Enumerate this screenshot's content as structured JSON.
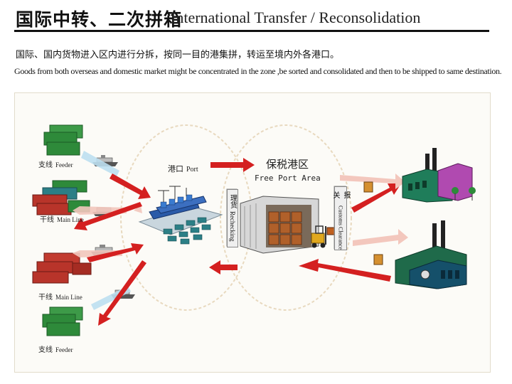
{
  "header": {
    "title_zh": "国际中转、二次拼箱",
    "title_en": "International Transfer / Reconsolidation"
  },
  "description": {
    "zh": "国际、国内货物进入区内进行分拆，按同一目的港集拼，转运至境内外各港口。",
    "en": "Goods from both overseas and domestic market might be concentrated in the zone ,be sorted and consolidated and then to be shipped to same destination."
  },
  "diagram": {
    "labels": {
      "feeder_top": {
        "zh": "支线",
        "en": "Feeder"
      },
      "mainline_top": {
        "zh": "干线",
        "en": "Main Line"
      },
      "mainline_bottom": {
        "zh": "干线",
        "en": "Main Line"
      },
      "feeder_bottom": {
        "zh": "支线",
        "en": "Feeder"
      },
      "port": {
        "zh": "港口",
        "en": "Port"
      },
      "free_port_zh": "保税港区",
      "free_port_en": "Free Port Area",
      "recheck": {
        "zh": "理货",
        "en": "Rechecking"
      },
      "customs": {
        "zh": "报关",
        "en": "Customs Clearance"
      }
    },
    "colors": {
      "arrow_red": "#d42020",
      "arrow_faded": "#f3c7bd",
      "arrow_blue": "#bcdff0",
      "container_green": "#2e8a3a",
      "container_red": "#b8342a",
      "container_teal": "#2c7f86",
      "factory_green": "#1f7d5a",
      "factory_purple": "#b04ab0",
      "ellipse_dash": "#e8d9bf"
    },
    "icons": [
      "container-stack-icon",
      "ship-icon",
      "port-terminal-icon",
      "warehouse-icon",
      "forklift-icon",
      "factory-icon",
      "cargo-box-icon"
    ]
  }
}
